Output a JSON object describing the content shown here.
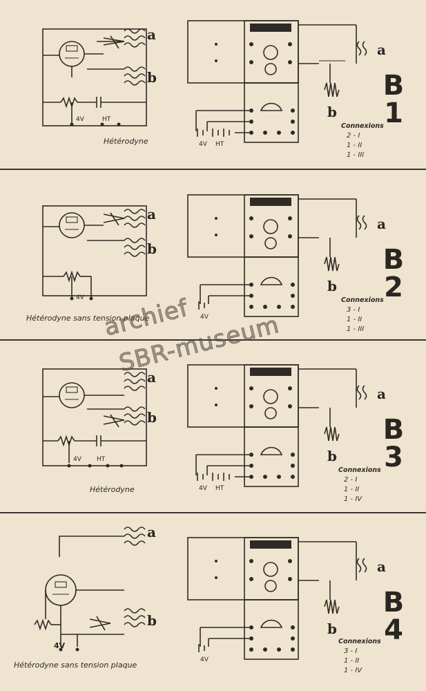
{
  "sections": [
    {
      "caption": "Hétérodyne",
      "letter": "B",
      "number": "1",
      "coil_a": "a",
      "coil_b": "b",
      "battery_left": "4V",
      "battery_right": "HT",
      "connections_title": "Connexions",
      "connections": [
        "2 - I",
        "1 - II",
        "1 - III"
      ]
    },
    {
      "caption": "Hétérodyne sans tension plaque",
      "letter": "B",
      "number": "2",
      "coil_a": "a",
      "coil_b": "b",
      "battery_left": "4V",
      "battery_right": "",
      "connections_title": "Connexions",
      "connections": [
        "3 - I",
        "1 - II",
        "1 - III"
      ]
    },
    {
      "caption": "Hétérodyne",
      "letter": "B",
      "number": "3",
      "coil_a": "a",
      "coil_b": "b",
      "battery_left": "4V",
      "battery_right": "HT",
      "connections_title": "Connexions",
      "connections": [
        "2 - I",
        "1 - II",
        "1 - IV"
      ]
    },
    {
      "caption": "Hétérodyne sans tension plaque",
      "letter": "B",
      "number": "4",
      "coil_a": "a",
      "coil_b": "b",
      "battery_left": "4V",
      "battery_right": "",
      "connections_title": "Connexions",
      "connections": [
        "3 - I",
        "1 - II",
        "1 - IV"
      ]
    }
  ],
  "watermark": [
    "archief",
    "SBR-museum"
  ]
}
